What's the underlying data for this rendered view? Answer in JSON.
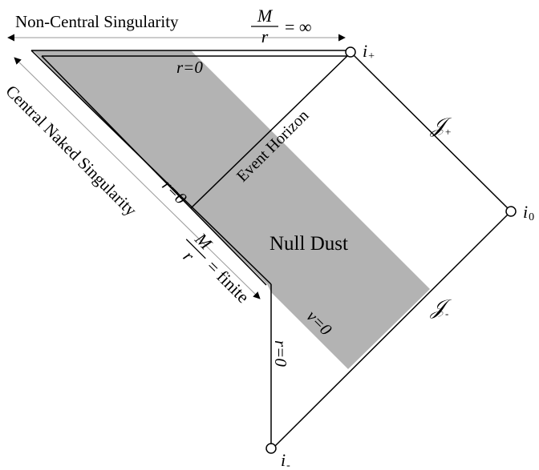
{
  "labels": {
    "non_central_singularity": "Non-Central Singularity",
    "central_naked_singularity": "Central Naked Singularity",
    "event_horizon": "Event Horizon",
    "null_dust": "Null Dust",
    "r_zero": "r=0",
    "v_zero": "v=0"
  },
  "equations": {
    "top": {
      "numerator": "M",
      "denominator": "r",
      "rhs": "= ∞"
    },
    "side": {
      "numerator": "M",
      "denominator": "r",
      "rhs": "= finite"
    }
  },
  "points": {
    "i_plus": {
      "base": "i",
      "sub": "+"
    },
    "i_zero": {
      "base": "i",
      "sub": "0"
    },
    "i_minus": {
      "base": "i",
      "sub": "-"
    }
  },
  "scri": {
    "plus": {
      "base": "𝒥",
      "sub": "+"
    },
    "minus": {
      "base": "𝒥",
      "sub": "-"
    }
  },
  "colors": {
    "shading": "#b3b3b3",
    "line": "#000000",
    "arrow_line": "#999999"
  }
}
